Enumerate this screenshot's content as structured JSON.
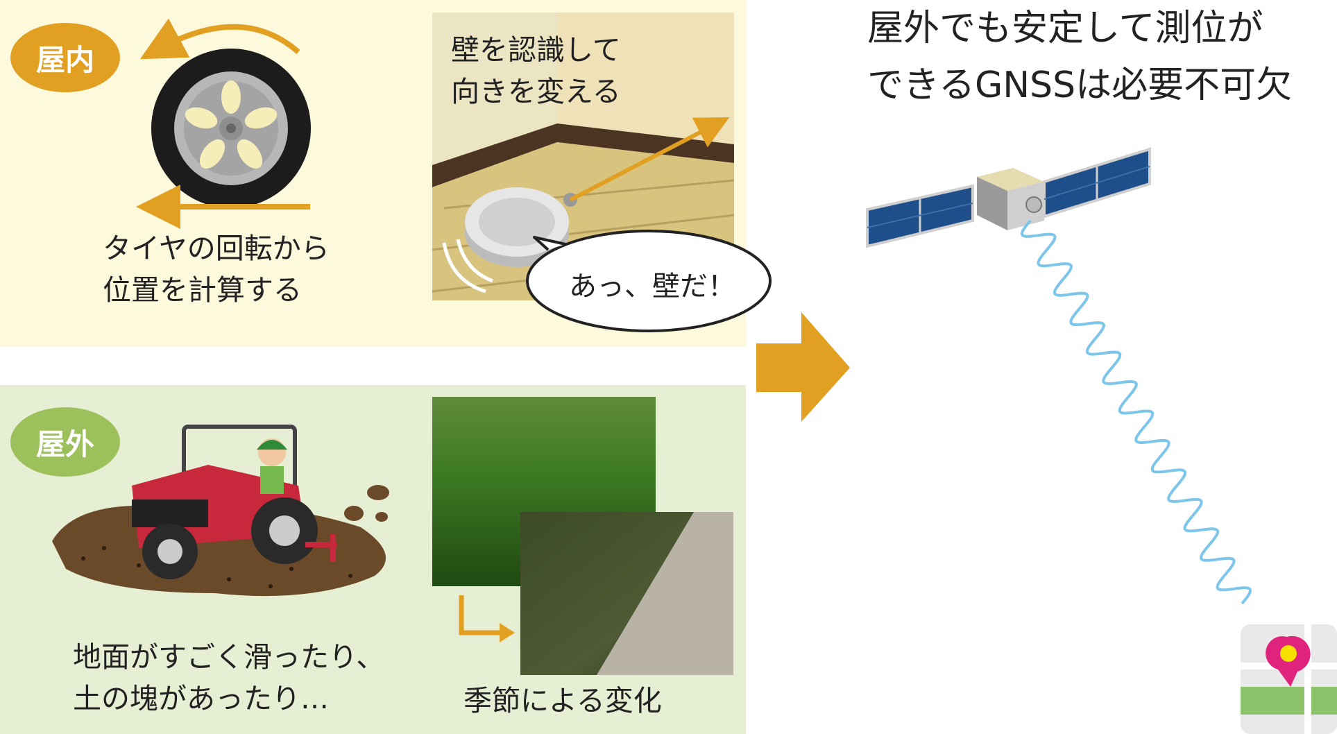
{
  "indoor": {
    "badge": "屋内",
    "tire_caption": [
      "タイヤの回転から",
      "位置を計算する"
    ],
    "robot_caption": [
      "壁を認識して",
      "向きを変える"
    ],
    "speech_bubble": "あっ、壁だ！"
  },
  "outdoor": {
    "badge": "屋外",
    "tractor_caption": [
      "地面がすごく滑ったり、",
      "土の塊があったり…"
    ],
    "season_caption": "季節による変化"
  },
  "headline": [
    "屋外でも安定して測位が",
    "できるGNSSは必要不可欠"
  ],
  "colors": {
    "accent_orange": "#e2a022",
    "accent_green": "#9cc05c",
    "indoor_bg": "#fdf9dc",
    "outdoor_bg": "#e6efd3",
    "signal_blue": "#7cc6ec",
    "pin_magenta": "#e0247d"
  },
  "icons": [
    "tire-icon",
    "robot-vacuum-icon",
    "tractor-icon",
    "satellite-icon",
    "map-pin-icon",
    "arrow-right-icon"
  ]
}
